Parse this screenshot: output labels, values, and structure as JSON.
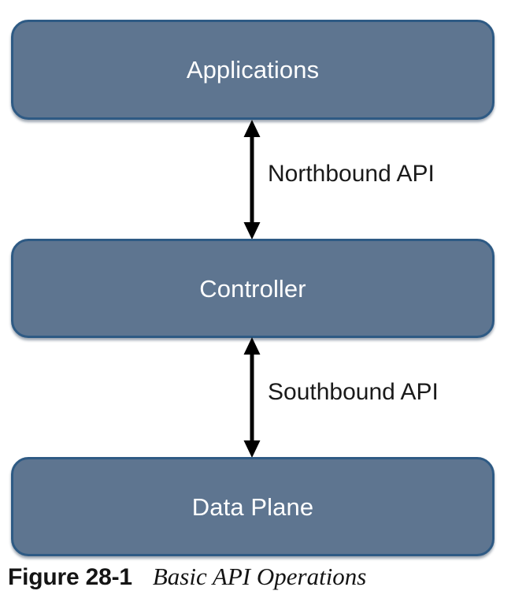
{
  "figure": {
    "caption_number": "Figure 28-1",
    "caption_title": "Basic API Operations"
  },
  "colors": {
    "box_fill": "#5e7590",
    "box_border": "#2e5a84",
    "box_label_text": "#ffffff",
    "arrow": "#000000",
    "api_label_text": "#1a1a1a",
    "caption_text": "#141414",
    "background": "#ffffff"
  },
  "diagram": {
    "type": "layered-stack",
    "orientation": "vertical",
    "layers": [
      {
        "id": "applications",
        "label": "Applications",
        "order": 1
      },
      {
        "id": "controller",
        "label": "Controller",
        "order": 2
      },
      {
        "id": "data-plane",
        "label": "Data Plane",
        "order": 3
      }
    ],
    "connectors": [
      {
        "id": "northbound-api",
        "label": "Northbound API",
        "from": "applications",
        "to": "controller",
        "arrow_style": "double-headed",
        "direction": "bidirectional"
      },
      {
        "id": "southbound-api",
        "label": "Southbound API",
        "from": "controller",
        "to": "data-plane",
        "arrow_style": "double-headed",
        "direction": "bidirectional"
      }
    ]
  }
}
